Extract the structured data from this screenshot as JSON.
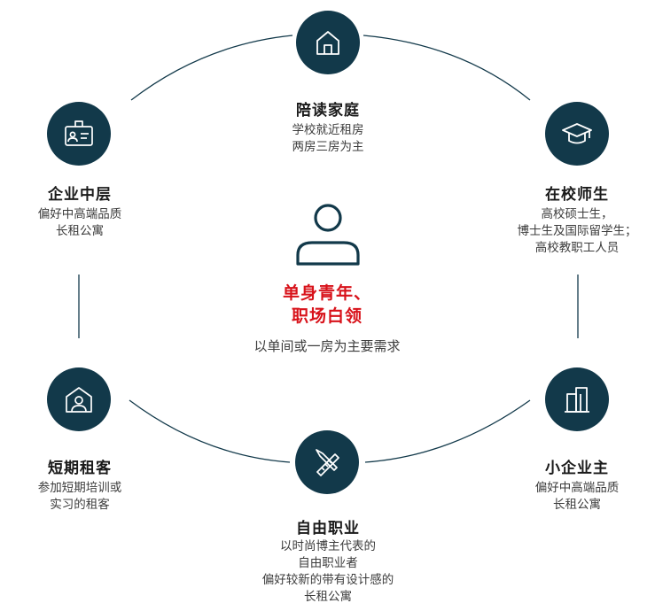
{
  "center": {
    "title_lines": [
      "单身青年、",
      "职场白领"
    ],
    "desc": "以单间或一房为主要需求",
    "icon": "person-icon"
  },
  "nodes": [
    {
      "key": "family",
      "icon": "house-icon",
      "title": "陪读家庭",
      "desc": [
        "学校就近租房",
        "两房三房为主"
      ]
    },
    {
      "key": "campus",
      "icon": "graduation-cap-icon",
      "title": "在校师生",
      "desc": [
        "高校硕士生，",
        "博士生及国际留学生；",
        "高校教职工人员"
      ]
    },
    {
      "key": "smb",
      "icon": "buildings-icon",
      "title": "小企业主",
      "desc": [
        "偏好中高端品质",
        "长租公寓"
      ]
    },
    {
      "key": "freelance",
      "icon": "pencil-ruler-icon",
      "title": "自由职业",
      "desc": [
        "以时尚博主代表的",
        "自由职业者",
        "偏好较新的带有设计感的",
        "长租公寓"
      ]
    },
    {
      "key": "shortterm",
      "icon": "home-person-icon",
      "title": "短期租客",
      "desc": [
        "参加短期培训或",
        "实习的租客"
      ]
    },
    {
      "key": "midlevel",
      "icon": "id-badge-icon",
      "title": "企业中层",
      "desc": [
        "偏好中高端品质",
        "长租公寓"
      ]
    }
  ],
  "colors": {
    "node": "#12394a",
    "center_title": "#d8121a",
    "connector": "#12394a"
  }
}
